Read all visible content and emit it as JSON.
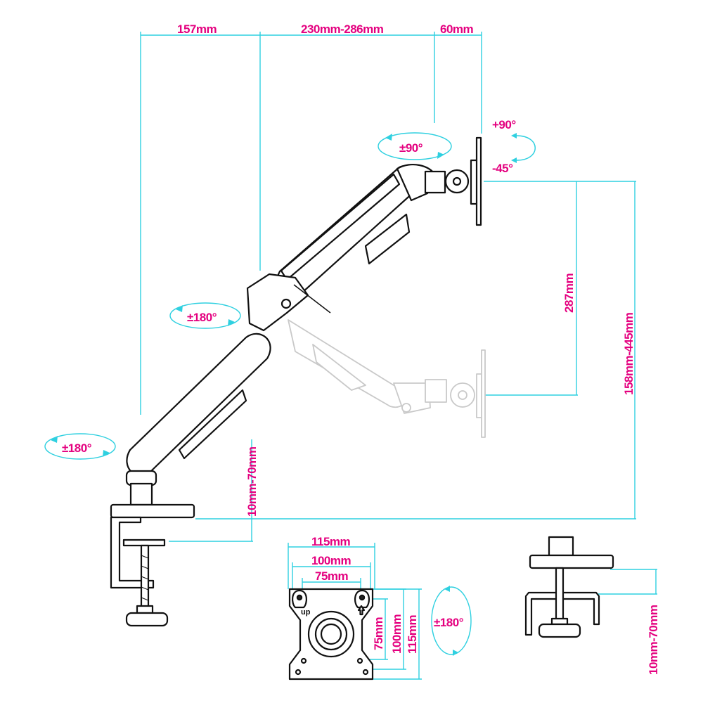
{
  "colors": {
    "dimension_line": "#2fd0e0",
    "dimension_text": "#e4007f",
    "drawing": "#111111",
    "ghost": "#c9c9c9"
  },
  "top_dims": {
    "d1": "157mm",
    "d2": "230mm-286mm",
    "d3": "60mm"
  },
  "rotations": {
    "r_head": "±90°",
    "r_tilt_up": "+90°",
    "r_tilt_down": "-45°",
    "r_elbow": "±180°",
    "r_base": "±180°",
    "r_plate": "±180°"
  },
  "side_dims": {
    "drop": "287mm",
    "height": "158mm-445mm",
    "clamp": "10mm-70mm",
    "clamp_right": "10mm-70mm"
  },
  "vesa": {
    "w115": "115mm",
    "w100": "100mm",
    "w75": "75mm",
    "h75": "75mm",
    "h100": "100mm",
    "h115": "115mm",
    "up_label": "up"
  }
}
